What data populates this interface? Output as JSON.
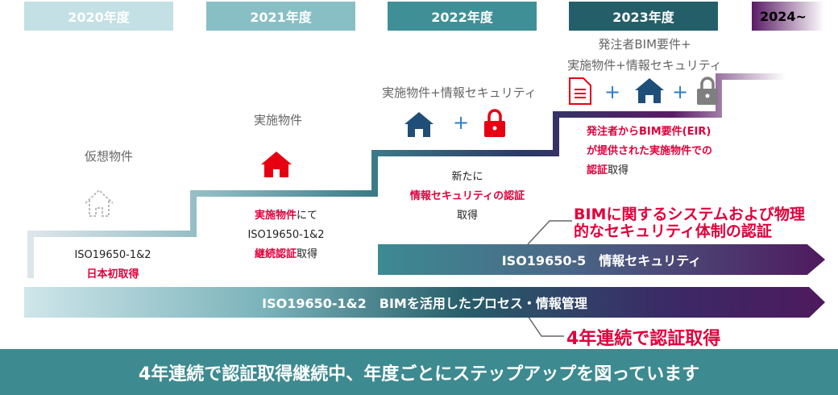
{
  "years": [
    "2020年度",
    "2021年度",
    "2022年度",
    "2023年度",
    "2024~"
  ],
  "steps": [
    {
      "title": "仮想物件",
      "note_lines": [
        {
          "text": "ISO19650-1&2",
          "red": false
        },
        {
          "text": "日本初取得",
          "red": true
        }
      ]
    },
    {
      "title": "実施物件",
      "note_red": "実施物件",
      "note_rest": "にて",
      "note_lines": [
        "ISO19650-1&2"
      ],
      "note_red2": "継続認証",
      "note_rest2": "取得"
    },
    {
      "title": "実施物件+情報セキュリティ",
      "note1": "新たに",
      "note_red": "情報セキュリティの認証",
      "note3": "取得"
    },
    {
      "title_line1": "発注者BIM要件+",
      "title_line2": "実施物件+情報セキュリティ",
      "note_red1": "発注者からBIM要件(EIR)",
      "note_red2": "が提供された実施物件での",
      "note_red3": "認証",
      "note_rest3": "取得"
    }
  ],
  "plus": "+",
  "icons": [
    "house-outline-icon",
    "house-red-icon",
    "house-navy-icon",
    "lock-red-icon",
    "document-red-icon",
    "lock-gray-icon"
  ],
  "callout_security": [
    "BIMに関するシステムおよび物理",
    "的なセキュリティ体制の認証"
  ],
  "arrow_security": "ISO19650-5　情報セキュリティ",
  "arrow_bim": "ISO19650-1&2　BIMを活用したプロセス・情報管理",
  "callout_years": "4年連続で認証取得",
  "footer": "4年連続で認証取得継続中、年度ごとにステップアップを図っています",
  "colors": {
    "accent_red": "#e0003c",
    "teal": "#3d8a90",
    "purple": "#4e1a5e",
    "navy": "#1f4e79"
  }
}
